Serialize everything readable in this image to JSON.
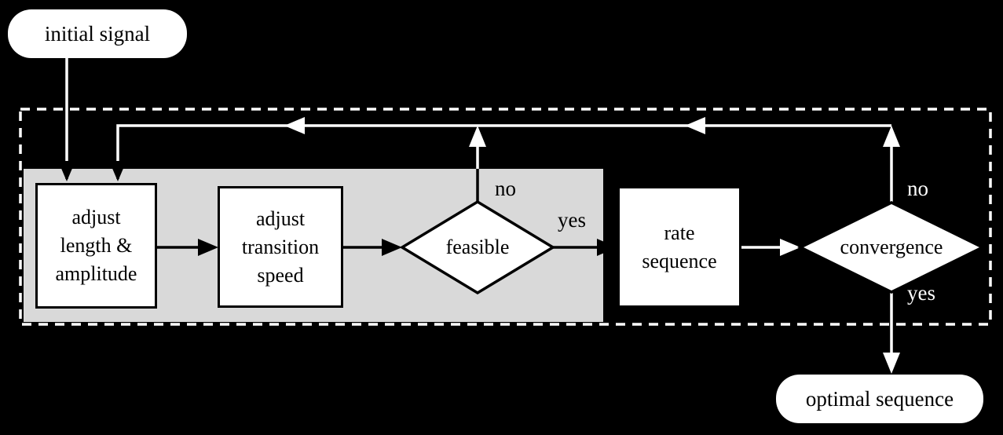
{
  "diagram": {
    "terminals": {
      "initial": "initial signal",
      "optimal": "optimal sequence"
    },
    "boxes": {
      "adjust_length": [
        "adjust",
        "length &",
        "amplitude"
      ],
      "adjust_speed": [
        "adjust",
        "transition",
        "speed"
      ],
      "rate_sequence": [
        "rate",
        "sequence"
      ]
    },
    "decisions": {
      "feasible": {
        "label": "feasible",
        "no": "no",
        "yes": "yes"
      },
      "convergence": {
        "label": "convergence",
        "no": "no",
        "yes": "yes"
      }
    },
    "colors": {
      "background": "#000000",
      "panel": "#d9d9d9",
      "shape_fill": "#ffffff",
      "stroke_on_light": "#000000",
      "stroke_on_dark": "#ffffff"
    }
  }
}
